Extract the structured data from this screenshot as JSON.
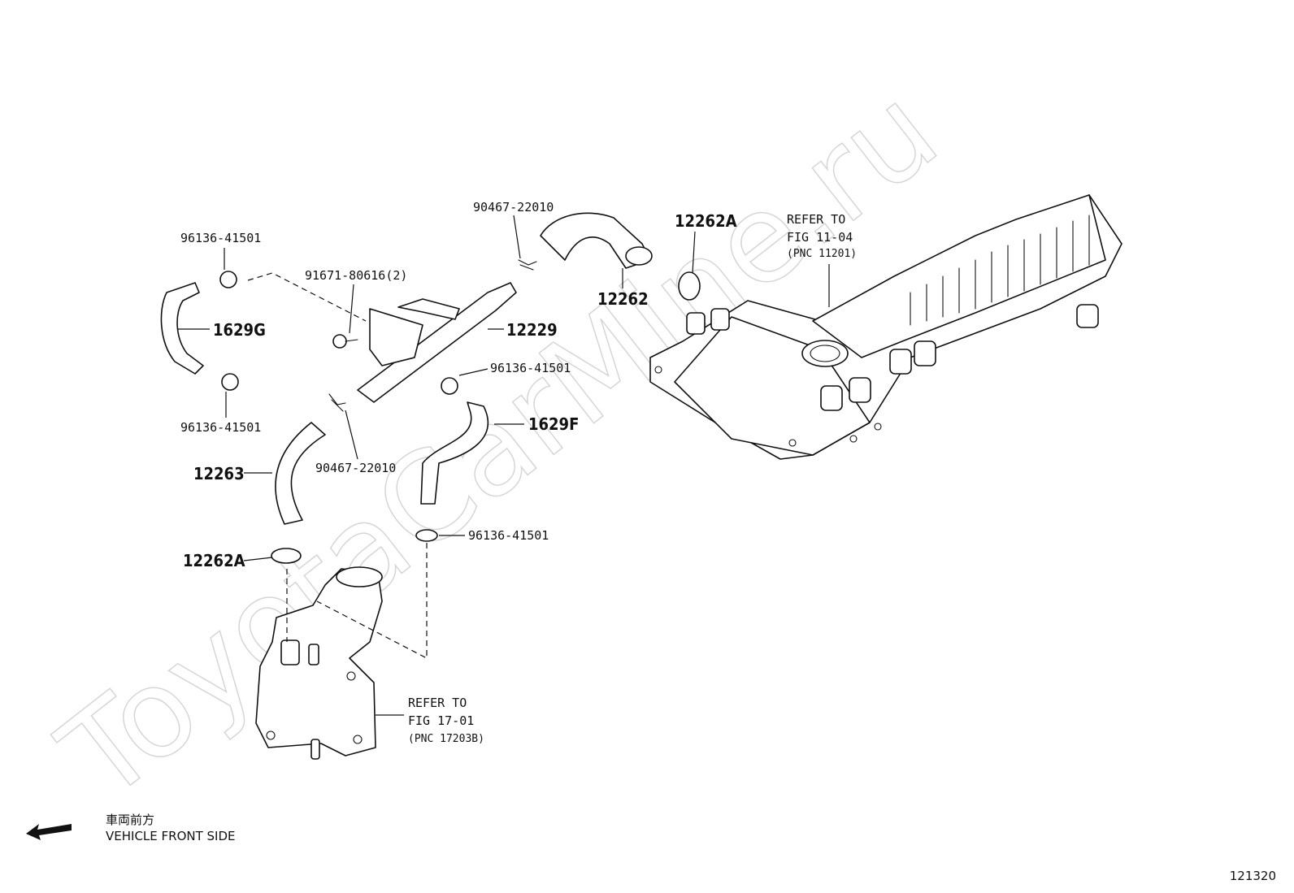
{
  "watermark": "ToyotaCarMine.ru",
  "parts": [
    {
      "id": "p1",
      "code": "96136-41501"
    },
    {
      "id": "p2",
      "code": "91671-80616(2)"
    },
    {
      "id": "p3",
      "code": "1629G"
    },
    {
      "id": "p4",
      "code": "96136-41501"
    },
    {
      "id": "p5",
      "code": "90467-22010"
    },
    {
      "id": "p6",
      "code": "12229"
    },
    {
      "id": "p7",
      "code": "12262"
    },
    {
      "id": "p8",
      "code": "12262A"
    },
    {
      "id": "p9",
      "code": "96136-41501"
    },
    {
      "id": "p10",
      "code": "1629F"
    },
    {
      "id": "p11",
      "code": "90467-22010"
    },
    {
      "id": "p12",
      "code": "12263"
    },
    {
      "id": "p13",
      "code": "96136-41501"
    },
    {
      "id": "p14",
      "code": "12262A"
    }
  ],
  "refs": {
    "ref_top": {
      "line1": "REFER TO",
      "line2": "FIG 11-04",
      "line3": "(PNC 11201)"
    },
    "ref_bottom": {
      "line1": "REFER TO",
      "line2": "FIG 17-01",
      "line3": "(PNC 17203B)"
    }
  },
  "orientation": {
    "jp": "車両前方",
    "en": "VEHICLE FRONT SIDE"
  },
  "illustration_number": "121320"
}
